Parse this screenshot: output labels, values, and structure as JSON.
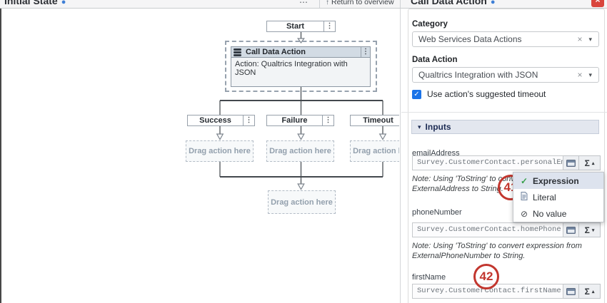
{
  "topbar": {
    "canvas_title": "Initial State",
    "return_link": "Return to overview",
    "panel_title": "Call Data Action"
  },
  "flow": {
    "start_label": "Start",
    "action_block": {
      "title": "Call Data Action",
      "body": "Action: Qualtrics Integration with JSON"
    },
    "outcomes": [
      {
        "label": "Success"
      },
      {
        "label": "Failure"
      },
      {
        "label": "Timeout"
      }
    ],
    "drag_placeholder": "Drag action here"
  },
  "panel": {
    "category": {
      "label": "Category",
      "value": "Web Services Data Actions"
    },
    "data_action": {
      "label": "Data Action",
      "value": "Qualtrics Integration with JSON"
    },
    "timeout_checkbox": {
      "label": "Use action's suggested timeout",
      "checked": true
    },
    "inputs_section": {
      "title": "Inputs",
      "fields": [
        {
          "name": "emailAddress",
          "value": "Survey.CustomerContact.personalEma",
          "note_line1": "Note: Using 'ToString' to convert expression from",
          "note_line2": "ExternalAddress to String.",
          "sigma_arrow": "▴"
        },
        {
          "name": "phoneNumber",
          "value": "Survey.CustomerContact.homePhone",
          "note_line1": "Note: Using 'ToString' to convert expression from",
          "note_line2": "ExternalPhoneNumber to String.",
          "sigma_arrow": "▾"
        },
        {
          "name": "firstName",
          "value": "Survey.CustomerContact.firstName",
          "sigma_arrow": "▴"
        }
      ]
    },
    "value_mode_menu": {
      "items": [
        {
          "label": "Expression",
          "selected": true
        },
        {
          "label": "Literal",
          "selected": false
        },
        {
          "label": "No value",
          "selected": false
        }
      ]
    }
  },
  "annotations": [
    {
      "number": "41"
    },
    {
      "number": "42"
    }
  ],
  "icons": {
    "kebab": "⋮",
    "collapse_caret": "▾",
    "dropdown_caret": "▾",
    "clear": "×",
    "check": "✓",
    "no_value": "⊘",
    "sigma": "Σ",
    "up_arrow": "↑",
    "ellipsis": "⋯",
    "close": "×",
    "info": "●"
  },
  "colors": {
    "accent_blue": "#1b74e8",
    "annotation_red": "#c2362e",
    "close_red": "#d9453d",
    "header_fill": "#d2dbe4",
    "inputs_header_fill": "#e3e7ef",
    "menu_selected_fill": "#dde3ee",
    "check_green": "#37a04b"
  }
}
